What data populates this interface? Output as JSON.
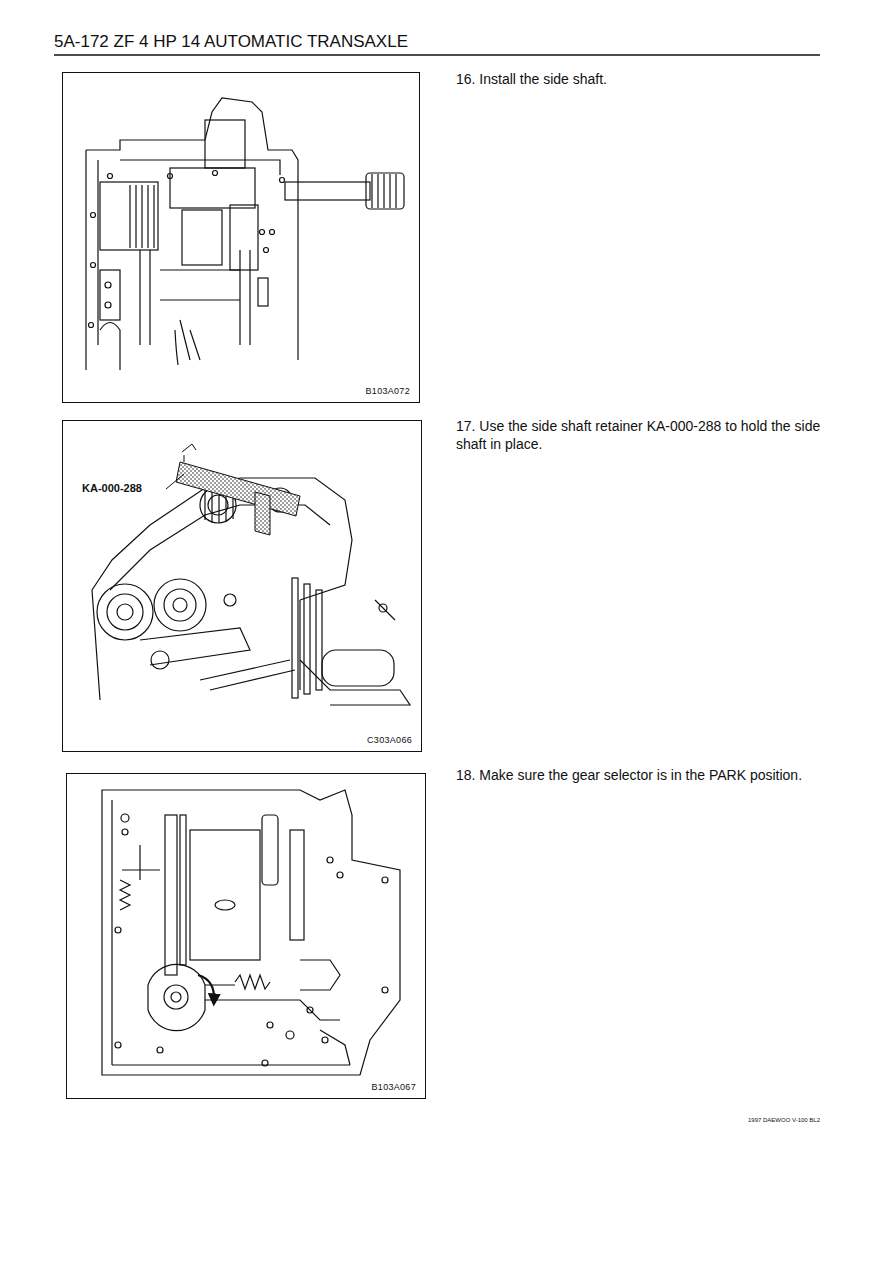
{
  "diagram": {
    "title": "5A-172 ZF 4 HP 14 AUTOMATIC TRANSAXLE",
    "nodes": [
      {
        "text": [
          "B103A072"
        ]
      },
      {
        "text": [
          "C303A066"
        ]
      },
      {
        "text": [
          "B103A067"
        ]
      }
    ],
    "labels": [
      "16. Install the side shaft.",
      "17. Use the side shaft retainer KA-000-288 to hold the side shaft in place.",
      "18. Make sure the gear selector is in the PARK position.",
      "KA-000-288",
      "1997 DAEWOO V-100 BL2"
    ]
  }
}
